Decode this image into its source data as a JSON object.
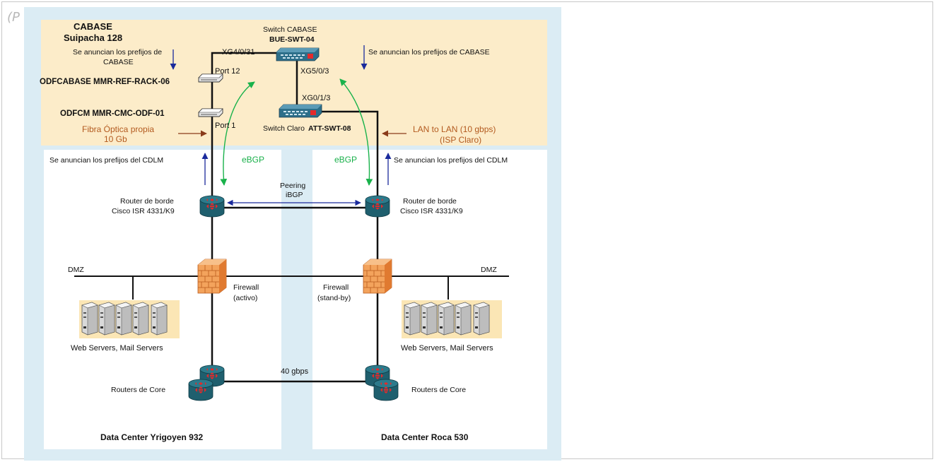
{
  "corner_label": "(P",
  "cabase": {
    "title": "CABASE",
    "address": "Suipacha 128",
    "announce_left_1": "Se anuncian los prefijos de",
    "announce_left_2": "CABASE",
    "announce_right": "Se anuncian los prefijos de CABASE",
    "odf_cabase": "ODFCABASE MMR-REF-RACK-06",
    "odf_cm": "ODFCM MMR-CMC-ODF-01",
    "fibra_1": "Fibra Óptica propia",
    "fibra_2": "10 Gb",
    "port12": "Port 12",
    "port1": "Port 1",
    "xg4": "XG4/0/31",
    "xg5": "XG5/0/3",
    "xg0": "XG0/1/3",
    "switch_cabase_1": "Switch CABASE",
    "switch_cabase_2": "BUE-SWT-04",
    "switch_claro_1": "Switch Claro",
    "switch_claro_2": "ATT-SWT-08",
    "lan_1": "LAN to LAN (10 gbps)",
    "lan_2": "(ISP Claro)"
  },
  "dc_left": {
    "announce": "Se anuncian los prefijos del CDLM",
    "ebgp": "eBGP",
    "router_1": "Router de borde",
    "router_2": "Cisco ISR 4331/K9",
    "dmz": "DMZ",
    "firewall_1": "Firewall",
    "firewall_2": "(activo)",
    "servers": "Web Servers, Mail Servers",
    "core": "Routers de Core",
    "name": "Data Center Yrigoyen 932"
  },
  "dc_right": {
    "announce": "Se anuncian los prefijos del CDLM",
    "ebgp": "eBGP",
    "router_1": "Router de borde",
    "router_2": "Cisco ISR 4331/K9",
    "dmz": "DMZ",
    "firewall_1": "Firewall",
    "firewall_2": "(stand-by)",
    "servers": "Web Servers, Mail Servers",
    "core": "Routers de Core",
    "name": "Data Center Roca 530"
  },
  "links": {
    "peering_1": "Peering",
    "peering_2": "iBGP",
    "core_speed": "40 gbps"
  },
  "colors": {
    "outer_bg": "#dbecf4",
    "cabase_bg": "#fcecc9",
    "router": "#1f5f6e",
    "ebgp_arrow": "#19b24b",
    "announce_arrow": "#1a2a9c",
    "brown_text": "#b35a1f"
  }
}
